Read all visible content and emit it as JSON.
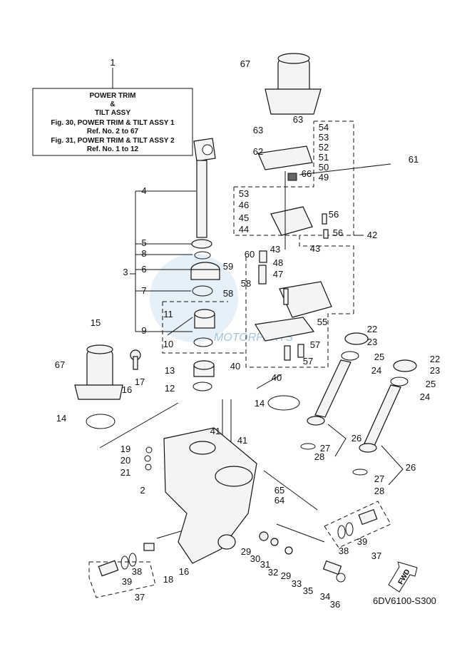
{
  "title_box": {
    "lines": [
      "POWER TRIM",
      "&",
      "TILT ASSY",
      "Fig. 30, POWER TRIM & TILT ASSY 1",
      "Ref. No. 2 to 67",
      "Fig. 31, POWER TRIM & TILT ASSY 2",
      "Ref. No. 1 to 12"
    ]
  },
  "callouts": [
    "1",
    "67",
    "63",
    "63",
    "54",
    "53",
    "52",
    "51",
    "50",
    "49",
    "61",
    "62",
    "66",
    "4",
    "53",
    "46",
    "45",
    "44",
    "56",
    "56",
    "42",
    "43",
    "43",
    "5",
    "8",
    "60",
    "48",
    "47",
    "3",
    "6",
    "59",
    "58",
    "58",
    "7",
    "11",
    "55",
    "22",
    "23",
    "9",
    "10",
    "57",
    "25",
    "15",
    "67",
    "16",
    "17",
    "22",
    "23",
    "13",
    "40",
    "40",
    "57",
    "24",
    "12",
    "25",
    "24",
    "14",
    "14",
    "26",
    "19",
    "41",
    "41",
    "27",
    "20",
    "21",
    "28",
    "26",
    "2",
    "65",
    "64",
    "27",
    "28",
    "29",
    "30",
    "31",
    "32",
    "29",
    "33",
    "35",
    "18",
    "16",
    "34",
    "36",
    "38",
    "39",
    "37",
    "38",
    "39",
    "37"
  ],
  "drawing_code": "6DV6100-S300",
  "fwd_label": "FWD",
  "watermark": {
    "brand": "MOTORPARTS"
  }
}
